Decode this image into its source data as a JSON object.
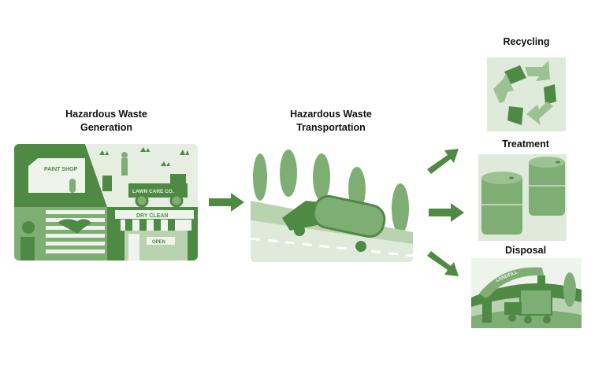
{
  "stages": {
    "generation": {
      "title_line1": "Hazardous Waste",
      "title_line2": "Generation",
      "signs": {
        "paint_shop": "PAINT SHOP",
        "lawn_care": "LAWN CARE CO.",
        "dry_clean": "DRY CLEAN",
        "open": "OPEN"
      }
    },
    "transportation": {
      "title_line1": "Hazardous Waste",
      "title_line2": "Transportation"
    },
    "recycling": {
      "title": "Recycling"
    },
    "treatment": {
      "title": "Treatment"
    },
    "disposal": {
      "title": "Disposal",
      "signs": {
        "landfill": "LANDFILL"
      }
    }
  },
  "colors": {
    "dark": "#4f8a45",
    "mid": "#7fae74",
    "light": "#b9d3b0",
    "pale": "#dfeadb"
  }
}
